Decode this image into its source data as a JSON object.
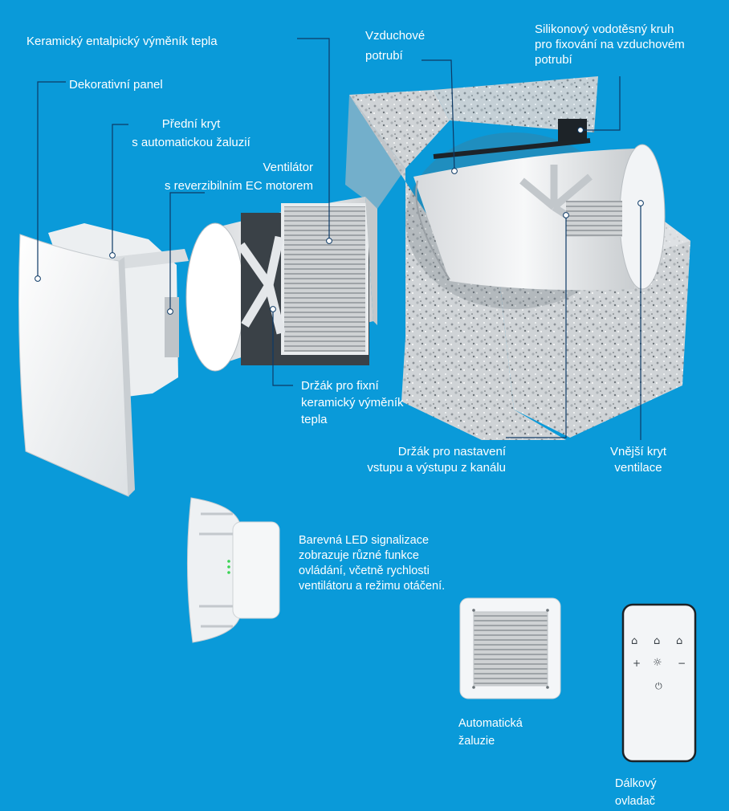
{
  "labels": {
    "keramicky_vymenik": "Keramický entalpický výměník tepla",
    "dekorativni_panel": "Dekorativní panel",
    "predni_kryt": "Přední kryt\ns automatickou žaluzií",
    "ventilator": "Ventilátor\ns reverzibilním EC motorem",
    "vzduchove_potrubi": "Vzduchové\npotrubí",
    "silikonovy_kruh": "Silikonový vodotěsný kruh\npro fixování na vzduchovém\npotrubí",
    "drzak_fixni": "Držák pro fixní\nkeramický výměník\ntepla",
    "drzak_nastaveni": "Držák pro nastavení\nvstupu a výstupu z kanálu",
    "vnejsi_kryt": "Vnější kryt\nventilace",
    "led_signalizace": "Barevná LED signalizace\nzobrazuje různé funkce\novládání, včetně rychlosti\nventilátoru a režimu otáčení.",
    "automaticka_zaluzie": "Automatická\nžaluzie",
    "dalkovy_ovladac": "Dálkový\novladač"
  },
  "remote": {
    "row1": [
      "⌂",
      "⌂",
      "⌂"
    ],
    "plus": "+",
    "minus": "−",
    "power": "⏻"
  },
  "colors": {
    "background": "#0a9ad9",
    "leader": "#0d3a66",
    "device": "#f4f6f8",
    "led": "#39d353"
  }
}
